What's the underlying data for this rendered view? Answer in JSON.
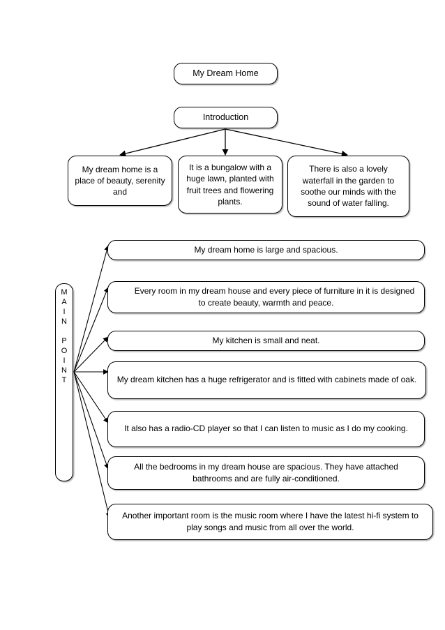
{
  "diagram": {
    "title_node": {
      "text": "My Dream Home"
    },
    "intro_node": {
      "text": "Introduction"
    },
    "intro_details": [
      {
        "text": "My dream home is a place of beauty, serenity and"
      },
      {
        "text": "It is a bungalow with a huge lawn, planted with fruit trees and flowering plants."
      },
      {
        "text": "There is also a lovely waterfall in the garden to soothe our minds with the sound of water falling."
      }
    ],
    "main_point_label": {
      "word_one": "MAIN",
      "word_two": "POINT",
      "letters": [
        "M",
        "A",
        "I",
        "N",
        "",
        "P",
        "O",
        "I",
        "N",
        "T"
      ]
    },
    "main_points": [
      {
        "text": "My dream home is large and spacious."
      },
      {
        "text": "Every room in my dream house and every piece of furniture in it is designed to create beauty, warmth and peace."
      },
      {
        "text": "My kitchen is small and neat."
      },
      {
        "text": "My dream kitchen has a huge refrigerator and is fitted with cabinets made of oak."
      },
      {
        "text": "It also has a radio-CD player so that I can listen to music as I do my cooking."
      },
      {
        "text": "All the bedrooms in my dream house are spacious. They have attached bathrooms and are fully air-conditioned."
      },
      {
        "text": "Another important room is the music room where I have the latest hi-fi system to play songs and music from all over the world."
      }
    ],
    "colors": {
      "background": "#ffffff",
      "node_fill": "#ffffff",
      "node_border": "#000000",
      "connector": "#000000",
      "text": "#000000"
    }
  }
}
